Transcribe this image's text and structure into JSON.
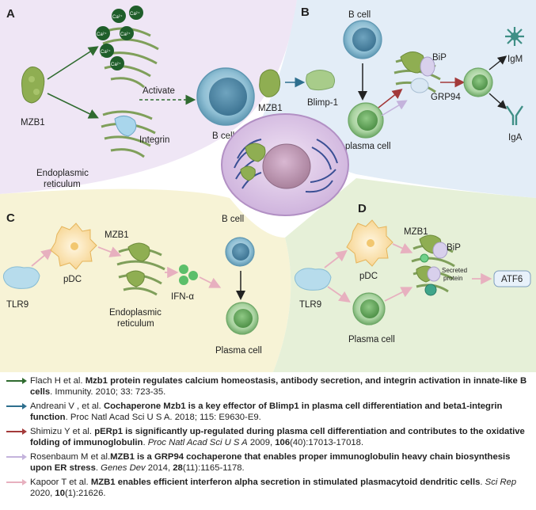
{
  "panels": {
    "a": {
      "letter": "A",
      "mzb1": "MZB1",
      "ca": "Ca²⁺",
      "integrin": "Integrin",
      "er_line1": "Endoplasmic",
      "er_line2": "reticulum"
    },
    "b": {
      "letter": "B",
      "activate": "Activate",
      "b_cell_left": "B cell",
      "b_cell_top": "B cell",
      "mzb1": "MZB1",
      "blimp1": "Blimp-1",
      "bip": "BiP",
      "grp94": "GRP94",
      "plasma_cell": "plasma cell",
      "igm": "IgM",
      "iga": "IgA"
    },
    "c": {
      "letter": "C",
      "tlr9": "TLR9",
      "pdc": "pDC",
      "mzb1": "MZB1",
      "ifna": "IFN-α",
      "er_line1": "Endoplasmic",
      "er_line2": "reticulum",
      "b_cell": "B cell",
      "plasma_cell": "Plasma cell"
    },
    "d": {
      "letter": "D",
      "mzb1": "MZB1",
      "pdc": "pDC",
      "bip": "BiP",
      "secreted_line1": "Secreted",
      "secreted_line2": "protein",
      "atf6": "ATF6",
      "tlr9": "TLR9",
      "plasma_cell": "Plasma cell"
    }
  },
  "colors": {
    "panel_a_bg": "#efe6f5",
    "panel_b_bg": "#e3edf7",
    "panel_c_bg": "#f7f3d6",
    "panel_d_bg": "#e6f0d8",
    "mzb1_green": "#8fae52",
    "dark_green_arrow": "#2f6b2f",
    "teal_arrow": "#2e6f8e",
    "dark_red_arrow": "#a33a3a",
    "lavender_arrow": "#c4b3dc",
    "pink_arrow": "#e7b0bf"
  },
  "references": [
    {
      "color": "#2f6b2f",
      "authors": "Flach H et al. ",
      "title": "Mzb1 protein regulates calcium homeostasis, antibody secretion, and integrin activation in innate-like B cells",
      "rest": ". Immunity. 2010; 33: 723-35."
    },
    {
      "color": "#2e6f8e",
      "authors": "Andreani V , et al. ",
      "title": "Cochaperone Mzb1 is a key effector of Blimp1 in plasma cell differentiation and beta1-integrin function",
      "rest": ". Proc Natl Acad Sci U S A. 2018; 115: E9630-E9."
    },
    {
      "color": "#a33a3a",
      "authors": "Shimizu Y et al. ",
      "title": "pERp1 is significantly up-regulated during plasma cell differentiation and contributes to the oxidative folding of immunoglobulin",
      "journal": "Proc Natl Acad Sci U S A",
      "year": " 2009, ",
      "volume": "106",
      "pages": "(40):17013-17018."
    },
    {
      "color": "#c4b3dc",
      "authors": "Rosenbaum M et al.",
      "title": "MZB1 is a GRP94 cochaperone that enables proper immunoglobulin heavy chain biosynthesis upon ER stress",
      "journal": "Genes Dev",
      "year": " 2014, ",
      "volume": "28",
      "pages": "(11):1165-1178."
    },
    {
      "color": "#e7b0bf",
      "authors": "Kapoor T et al. ",
      "title": "MZB1 enables efficient interferon alpha secretion in stimulated plasmacytoid dendritic cells",
      "journal": "Sci Rep",
      "year": " 2020, ",
      "volume": "10",
      "pages": "(1):21626."
    }
  ]
}
